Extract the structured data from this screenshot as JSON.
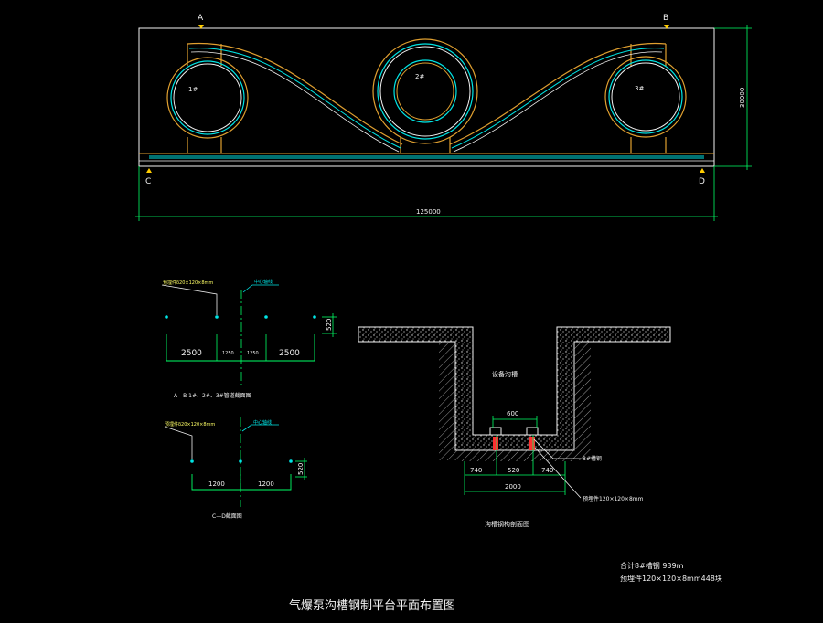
{
  "plan": {
    "marker_a": "A",
    "marker_b": "B",
    "marker_c": "C",
    "marker_d": "D",
    "pump_1": "1#",
    "pump_2": "2#",
    "pump_3": "3#",
    "dim_length": "125000",
    "dim_height": "30000"
  },
  "section_a": {
    "leader_label": "预埋件δ20×120×8mm",
    "centerline_label": "中心轴线",
    "dim_2500_left": "2500",
    "dim_1250_left": "1250",
    "dim_1250_right": "1250",
    "dim_2500_right": "2500",
    "dim_520": "520",
    "caption": "A—B 1#、2#、3#管道截面图"
  },
  "section_c": {
    "leader_label": "预埋件δ20×120×8mm",
    "centerline_label": "中心轴线",
    "dim_1200_left": "1200",
    "dim_1200_right": "1200",
    "dim_520": "520",
    "caption": "C—D截面图"
  },
  "trench": {
    "inner_label": "设备沟槽",
    "dim_600": "600",
    "dim_740_left": "740",
    "dim_520": "520",
    "dim_740_right": "740",
    "dim_2000": "2000",
    "label_channel": "8#槽钢",
    "label_embed": "预埋件120×120×8mm",
    "caption": "沟槽钢构剖面图"
  },
  "notes": {
    "line1": "合计8#槽钢 939m",
    "line2": "预埋件120×120×8mm448块"
  },
  "title": "气爆泵沟槽钢制平台平面布置图",
  "colors": {
    "background": "#000000",
    "outline": "#f2f2f2",
    "dimension": "#00ff66",
    "orange": "#e0a030",
    "cyan": "#00e5e5",
    "yellow": "#ffff00",
    "red": "#ff3030"
  }
}
